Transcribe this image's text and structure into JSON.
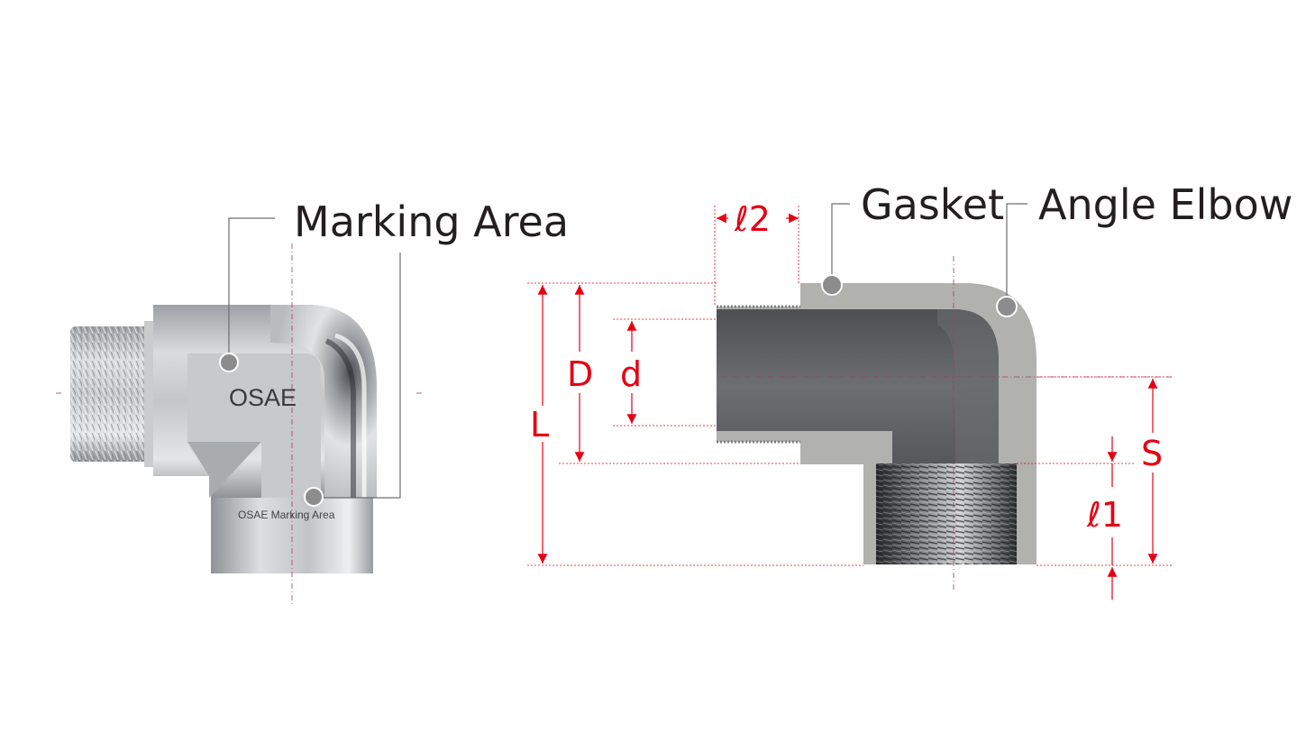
{
  "labels": {
    "marking_area": "Marking Area",
    "gasket": "Gasket",
    "angle_elbow": "Angle Elbow",
    "brand_mark": "OSAE",
    "marking_caption": "OSAE  Marking Area"
  },
  "dimensions": {
    "l2": "ℓ2",
    "D": "D",
    "d": "d",
    "L": "L",
    "S": "S",
    "l1": "ℓ1"
  },
  "colors": {
    "dimension_red": "#e60012",
    "leader_gray": "#6d6d6d",
    "callout_dot": "#8c8c8c",
    "section_body": "#b1b1ae",
    "bore": "#5b5d61"
  }
}
